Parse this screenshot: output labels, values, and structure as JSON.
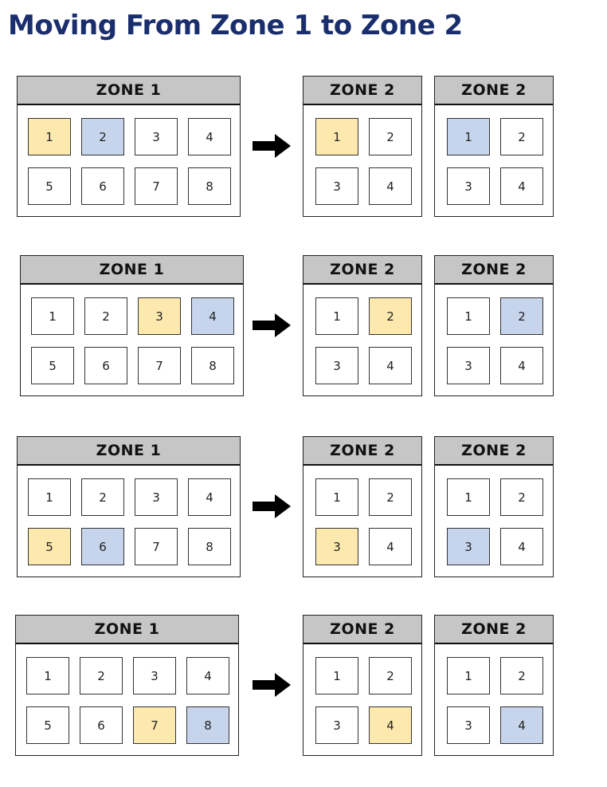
{
  "title": "Moving From Zone 1 to Zone 2",
  "colors": {
    "title": "#1a2e6e",
    "header": "#c6c6c6",
    "yellow": "#fde9ae",
    "blue": "#c7d5ec"
  },
  "arrow_icon": "right-arrow-icon",
  "scenarios": [
    {
      "zone1": {
        "label": "ZONE 1",
        "cells": [
          "1",
          "2",
          "3",
          "4",
          "5",
          "6",
          "7",
          "8"
        ],
        "yellow": 0,
        "blue": 1
      },
      "zone2a": {
        "label": "ZONE 2",
        "cells": [
          "1",
          "2",
          "3",
          "4"
        ],
        "yellow": 0
      },
      "zone2b": {
        "label": "ZONE 2",
        "cells": [
          "1",
          "2",
          "3",
          "4"
        ],
        "blue": 0
      }
    },
    {
      "zone1": {
        "label": "ZONE 1",
        "cells": [
          "1",
          "2",
          "3",
          "4",
          "5",
          "6",
          "7",
          "8"
        ],
        "yellow": 2,
        "blue": 3
      },
      "zone2a": {
        "label": "ZONE 2",
        "cells": [
          "1",
          "2",
          "3",
          "4"
        ],
        "yellow": 1
      },
      "zone2b": {
        "label": "ZONE 2",
        "cells": [
          "1",
          "2",
          "3",
          "4"
        ],
        "blue": 1
      }
    },
    {
      "zone1": {
        "label": "ZONE 1",
        "cells": [
          "1",
          "2",
          "3",
          "4",
          "5",
          "6",
          "7",
          "8"
        ],
        "yellow": 4,
        "blue": 5
      },
      "zone2a": {
        "label": "ZONE 2",
        "cells": [
          "1",
          "2",
          "3",
          "4"
        ],
        "yellow": 2
      },
      "zone2b": {
        "label": "ZONE 2",
        "cells": [
          "1",
          "2",
          "3",
          "4"
        ],
        "blue": 2
      }
    },
    {
      "zone1": {
        "label": "ZONE 1",
        "cells": [
          "1",
          "2",
          "3",
          "4",
          "5",
          "6",
          "7",
          "8"
        ],
        "yellow": 6,
        "blue": 7
      },
      "zone2a": {
        "label": "ZONE 2",
        "cells": [
          "1",
          "2",
          "3",
          "4"
        ],
        "yellow": 3
      },
      "zone2b": {
        "label": "ZONE 2",
        "cells": [
          "1",
          "2",
          "3",
          "4"
        ],
        "blue": 3
      }
    }
  ]
}
